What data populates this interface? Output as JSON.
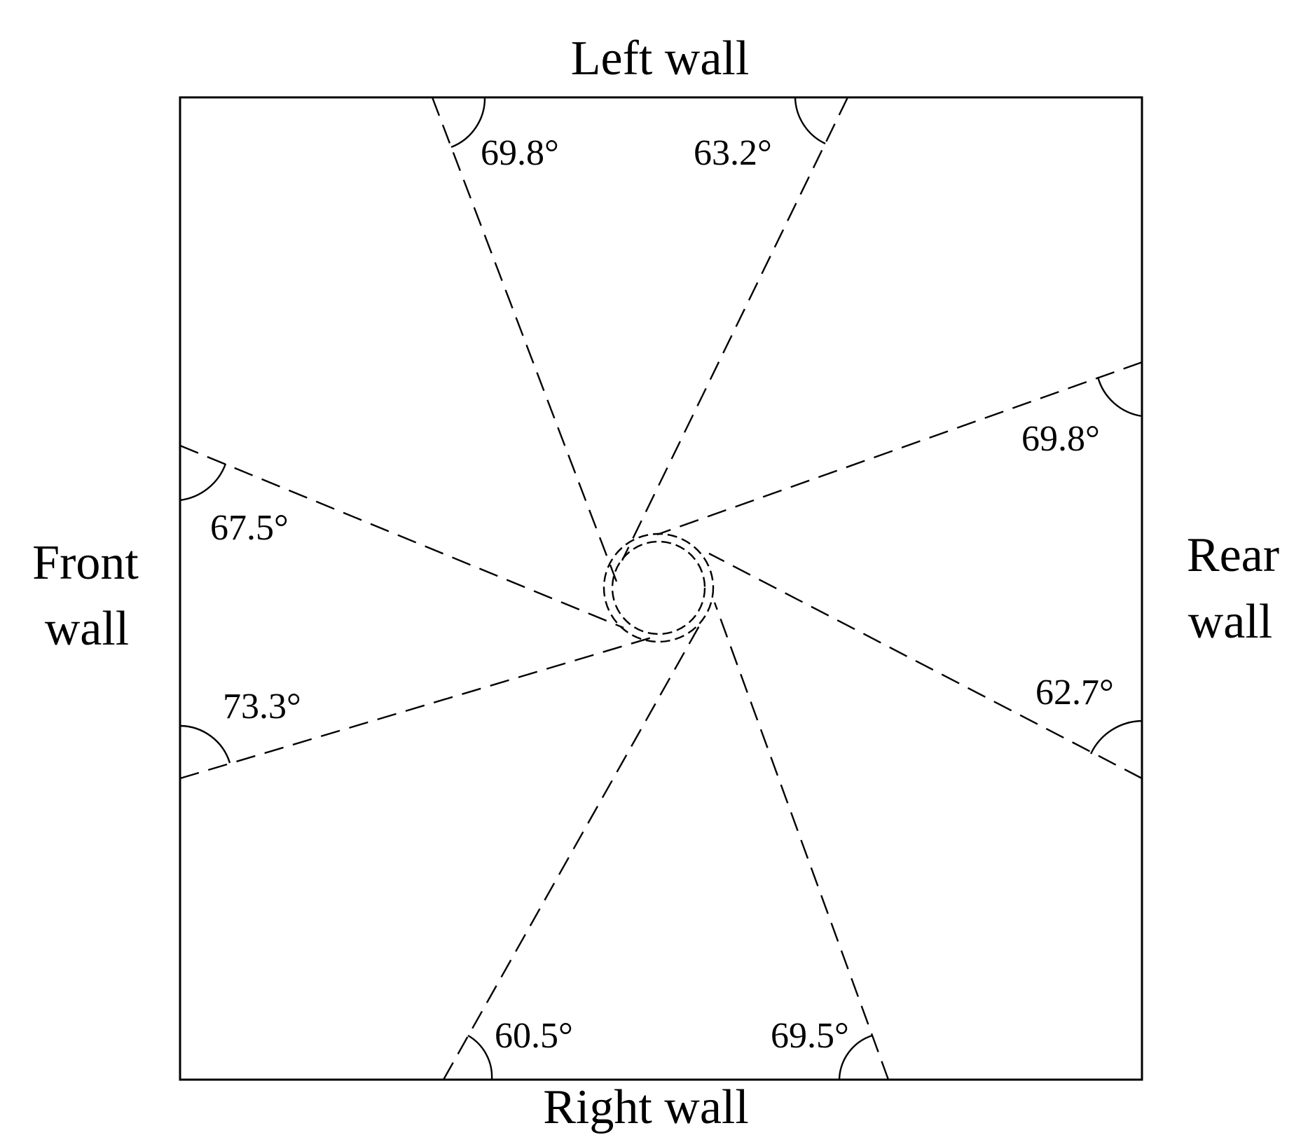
{
  "walls": {
    "left": "Left wall",
    "right": "Right wall",
    "front_line1": "Front",
    "front_line2": "wall",
    "rear_line1": "Rear",
    "rear_line2": "wall"
  },
  "angles": {
    "left_wall_a": "69.8°",
    "left_wall_b": "63.2°",
    "rear_wall_a": "69.8°",
    "rear_wall_b": "62.7°",
    "right_wall_a": "69.5°",
    "right_wall_b": "60.5°",
    "front_wall_a": "73.3°",
    "front_wall_b": "67.5°"
  }
}
